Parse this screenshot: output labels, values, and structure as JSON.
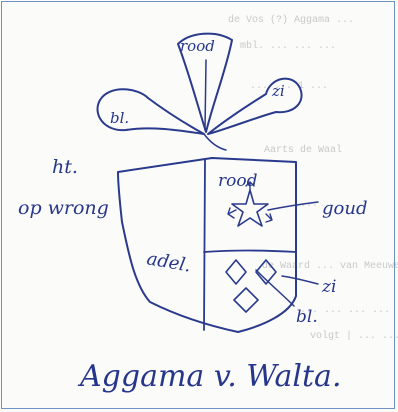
{
  "faded_background_lines": [
    "de Vos (?) Aggama ...",
    "mbl. ... ... ...",
    "... ... 1 ...",
    "Aarts de Waal",
    "... ...",
    "de Waard ... van Meeuwen",
    "... ... ... ...",
    "volgt | ... ... ..."
  ],
  "crest": {
    "left_label": "bl.",
    "center_label": "rood",
    "right_label": "zi"
  },
  "helmet_note": {
    "line1": "ht.",
    "line2": "op wrong"
  },
  "shield": {
    "left_field_label": "adel.",
    "top_right_label": "rood",
    "bottom_right_label": "zi"
  },
  "annotations": {
    "star_label": "goud",
    "lozenge_label": "bl."
  },
  "family_name": "Aggama v. Walta."
}
